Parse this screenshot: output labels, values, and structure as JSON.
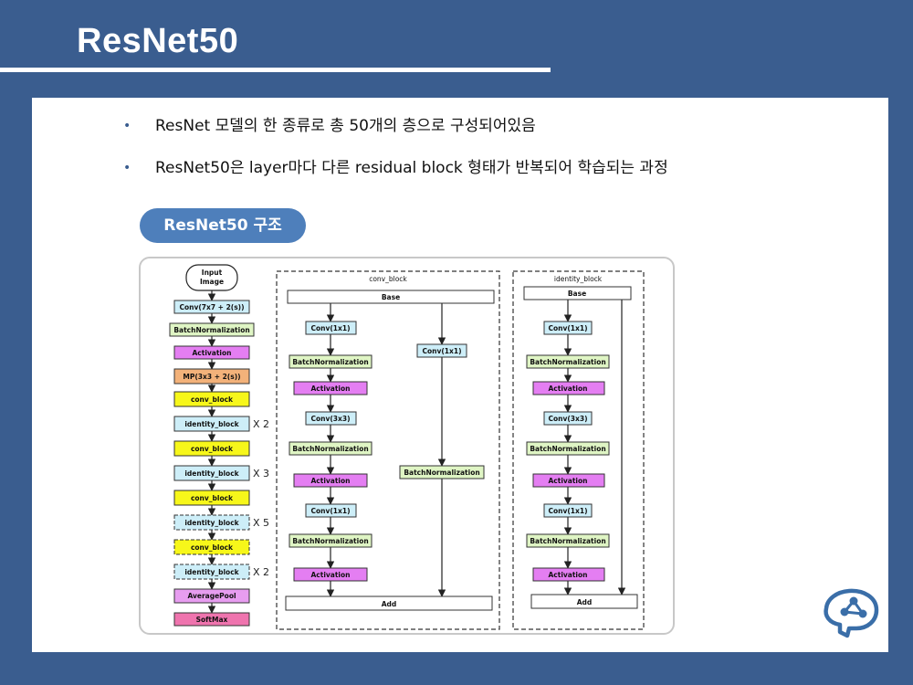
{
  "slide": {
    "title": "ResNet50",
    "bullets": [
      "ResNet 모델의 한 종류로 총 50개의 층으로 구성되어있음",
      "ResNet50은 layer마다 다른 residual block 형태가 반복되어 학습되는 과정"
    ],
    "section_label": "ResNet50 구조"
  },
  "colors": {
    "background": "#3a5d8f",
    "pill": "#4e7fbb",
    "conv": "#cdeef8",
    "batchnorm": "#dff5c4",
    "activation": "#e47ef2",
    "maxpool": "#f3b27a",
    "conv_block": "#f7f71a",
    "average_pool": "#e79df0",
    "softmax": "#ef74ae"
  },
  "diagram": {
    "main": {
      "input": "Input Image",
      "conv": "Conv(7x7 + 2(s))",
      "batchnorm": "BatchNormalization",
      "activation": "Activation",
      "maxpool": "MP(3x3 + 2(s))",
      "conv_block": "conv_block",
      "identity_block": "identity_block",
      "average_pool": "AveragePool",
      "softmax": "SoftMax",
      "repeat_1": "X 2",
      "repeat_2": "X 3",
      "repeat_3": "X 5",
      "repeat_4": "X 2"
    },
    "conv_block": {
      "title": "conv_block",
      "base": "Base",
      "conv_1x1": "Conv(1x1)",
      "conv_3x3": "Conv(3x3)",
      "batchnorm": "BatchNormalization",
      "activation": "Activation",
      "add": "Add"
    },
    "identity_block": {
      "title": "identity_block",
      "base": "Base",
      "conv_1x1": "Conv(1x1)",
      "conv_3x3": "Conv(3x3)",
      "batchnorm": "BatchNormalization",
      "activation": "Activation",
      "add": "Add"
    }
  },
  "logo": {
    "icon": "brain-network-icon"
  }
}
